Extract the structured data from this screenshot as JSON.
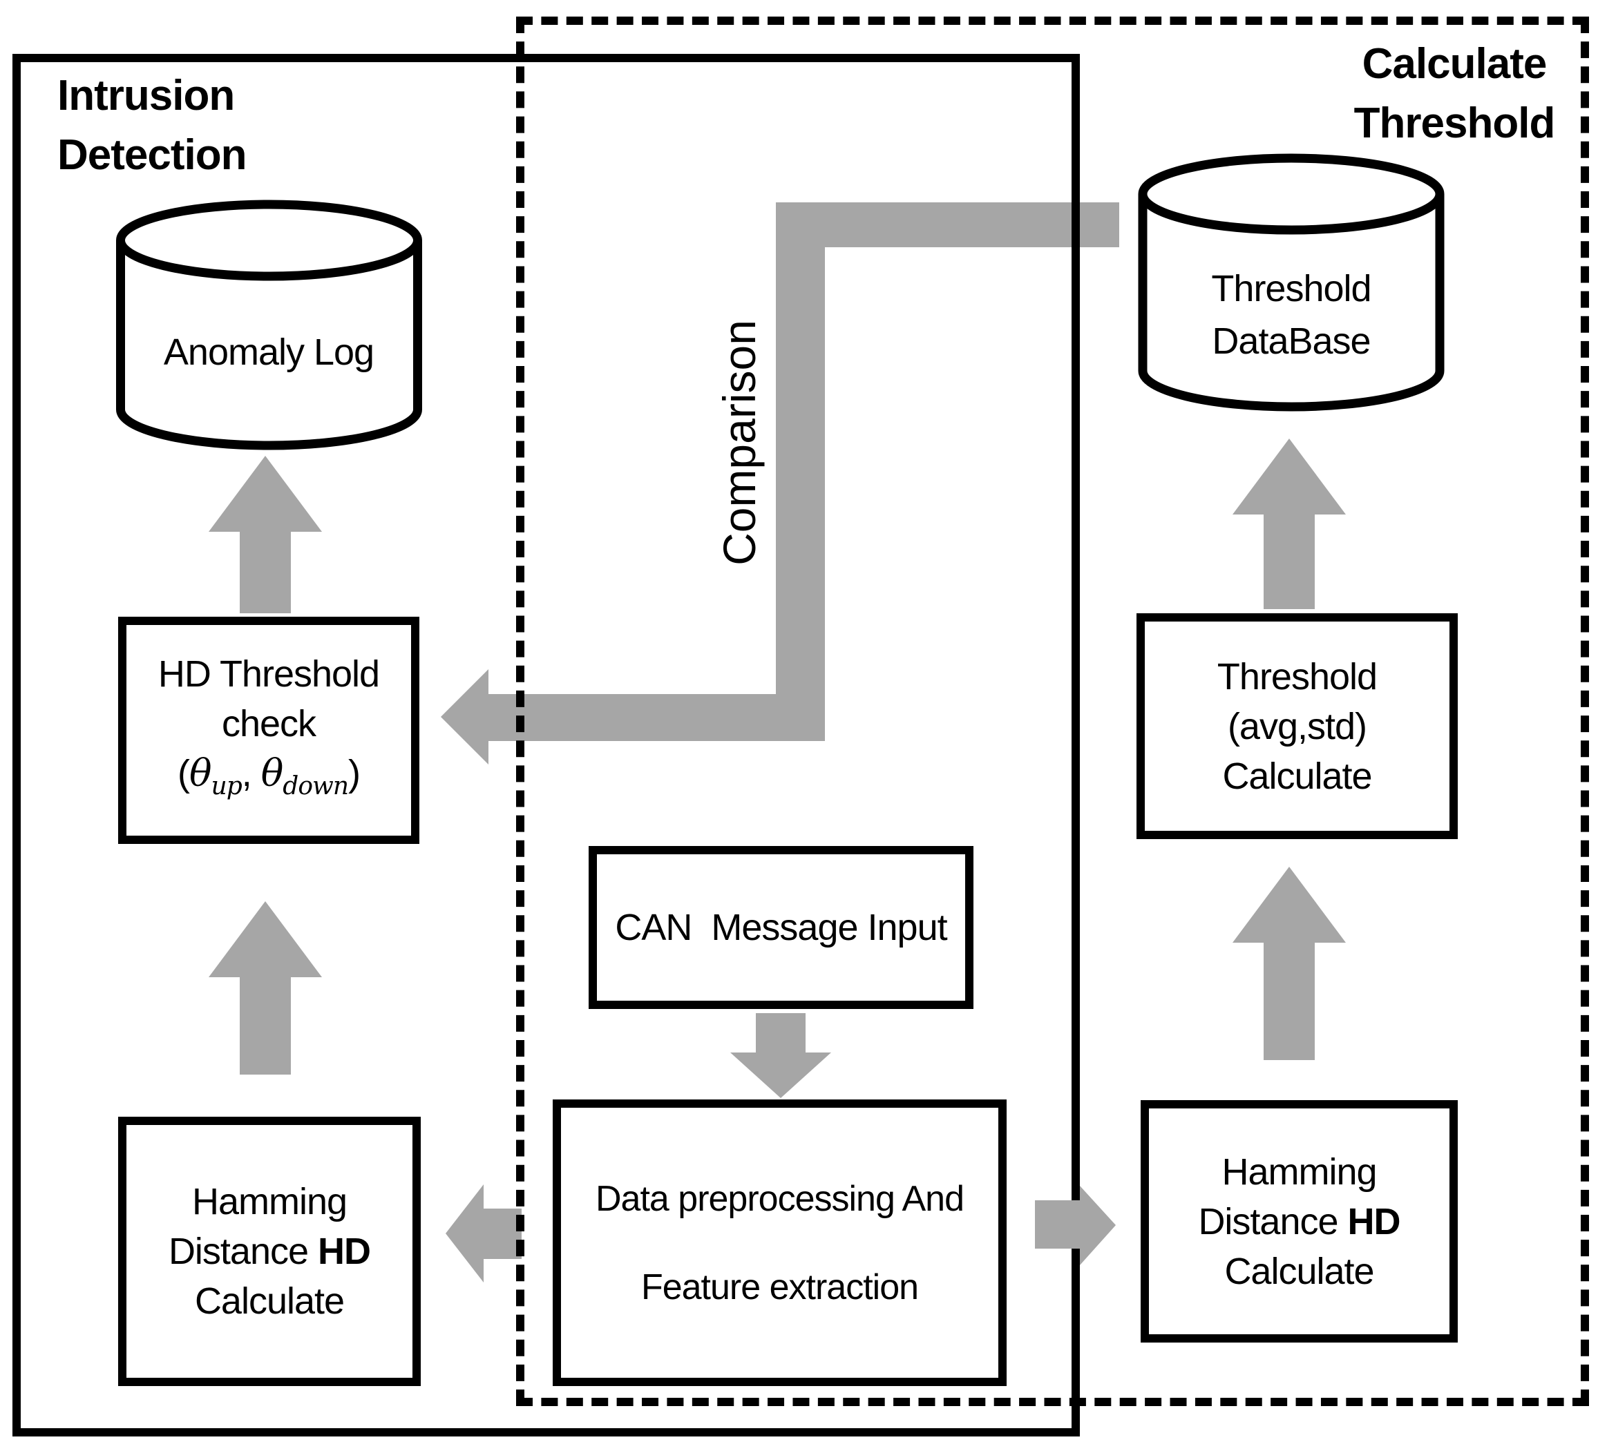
{
  "colors": {
    "arrow": "#a6a6a6",
    "line": "#000000",
    "background": "#ffffff"
  },
  "regions": {
    "intrusion": {
      "line1": "Intrusion",
      "line2": "Detection"
    },
    "calculate": {
      "line1": "Calculate",
      "line2": "Threshold"
    },
    "comparison": {
      "label": "Comparison"
    }
  },
  "nodes": {
    "anomaly_log": {
      "shape": "cylinder",
      "label": "Anomaly Log"
    },
    "threshold_db": {
      "shape": "cylinder",
      "line1": "Threshold",
      "line2": "DataBase"
    },
    "hd_check": {
      "line1": "HD Threshold",
      "line2": "check",
      "math_open": "(",
      "math_theta1": "θ",
      "math_sub1": "up",
      "math_mid": ", ",
      "math_theta2": "θ",
      "math_sub2": "down",
      "math_close": ")"
    },
    "threshold_calc": {
      "line1": "Threshold",
      "line2": "(avg,std)",
      "line3": "Calculate"
    },
    "can_input": {
      "label": "CAN  Message Input"
    },
    "data_prep": {
      "line1": "Data preprocessing And",
      "line2": "Feature extraction"
    },
    "hamming_left": {
      "line1": "Hamming",
      "line2a": "Distance ",
      "line2b": "HD",
      "line3": "Calculate"
    },
    "hamming_right": {
      "line1": "Hamming",
      "line2a": "Distance ",
      "line2b": "HD",
      "line3": "Calculate"
    }
  }
}
